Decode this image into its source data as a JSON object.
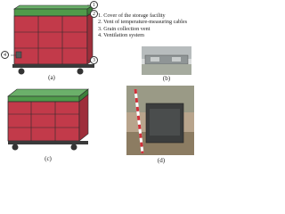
{
  "legend": {
    "items": [
      "1. Cover of the storage facility",
      "2. Vent of temperature-measuring cables",
      "3. Grain collection vent",
      "4. Ventilation system"
    ]
  },
  "callouts": [
    "1",
    "2",
    "3",
    "4"
  ],
  "panels": {
    "a": "(a)",
    "b": "(b)",
    "c": "(c)",
    "d": "(d)"
  },
  "colors": {
    "lid": "#4f9a4a",
    "body": "#c23a4a",
    "frame": "#2b2b2b",
    "lid_grey": "#a8aeb0",
    "background_photo": "#b8a48c"
  }
}
